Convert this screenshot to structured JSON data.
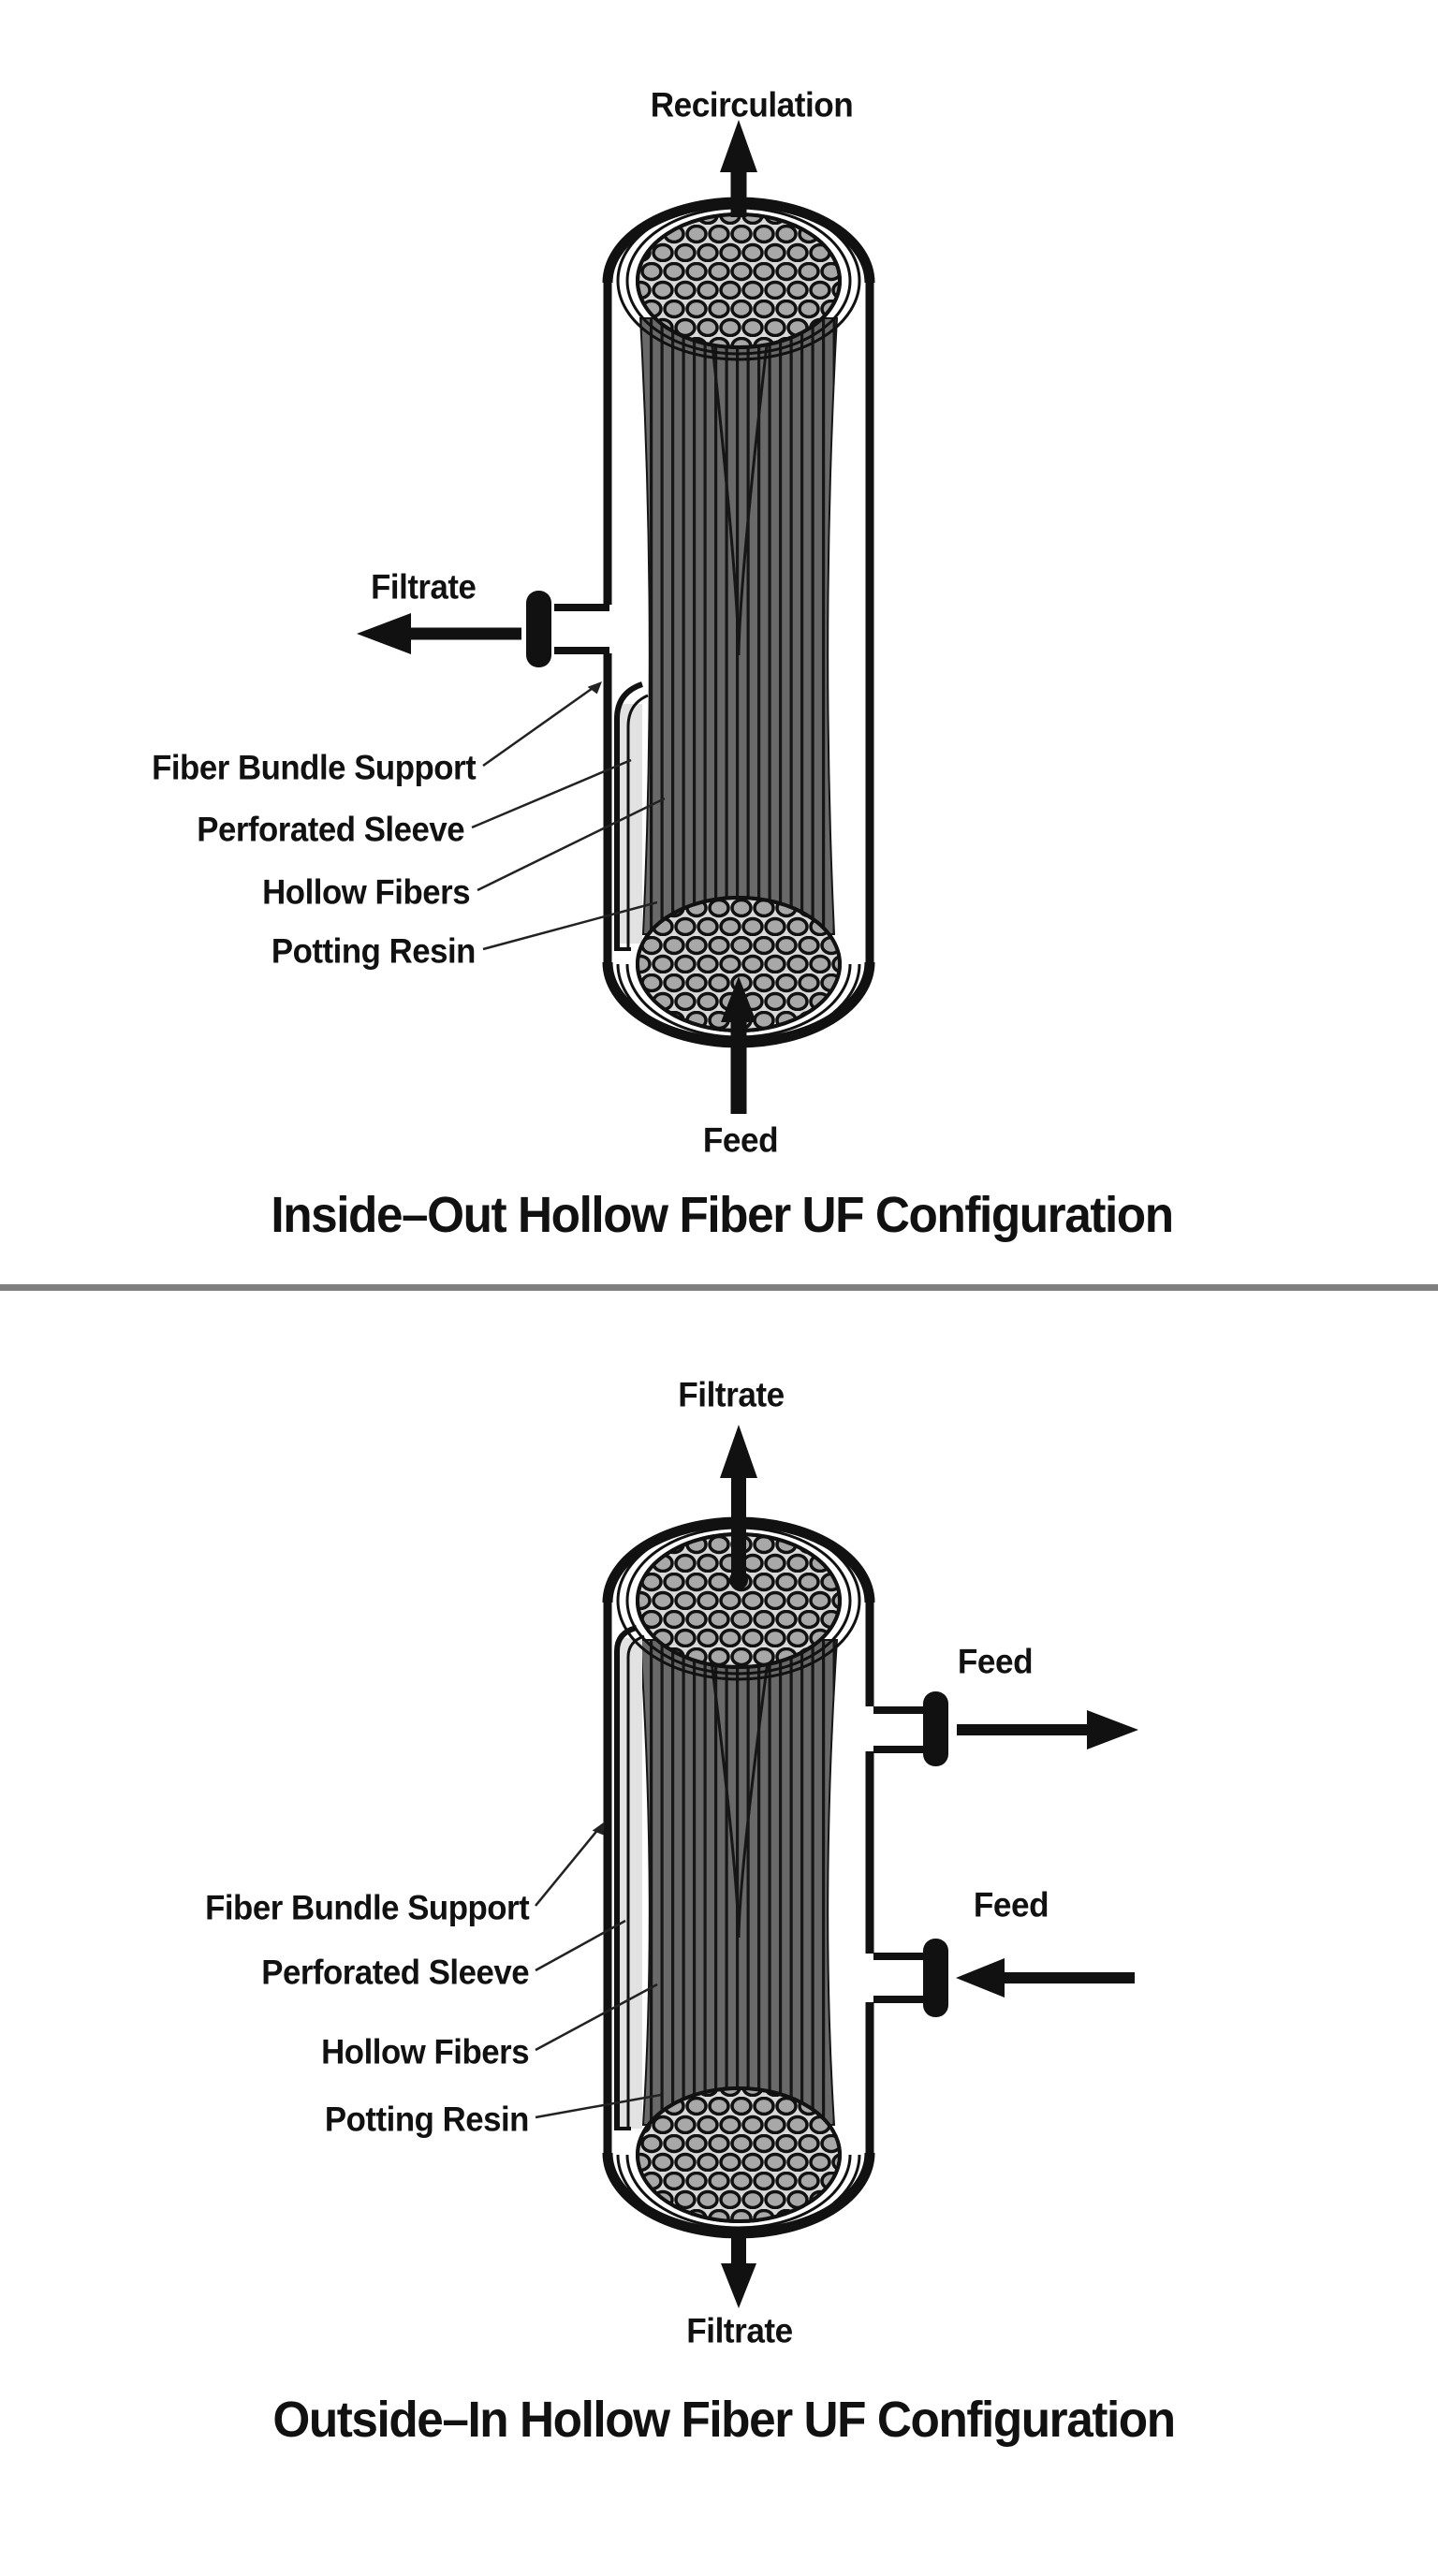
{
  "colors": {
    "ink": "#111111",
    "fiber_fill": "#696969",
    "fiber_line": "#161616",
    "face_fill": "#d9d9d9",
    "dot_fill": "#a8a8a8",
    "sleeve_fill": "#e2e2e2",
    "divider": "#7f7f7f",
    "leader": "#222222"
  },
  "diagram1": {
    "title": "Inside–Out Hollow Fiber UF Configuration",
    "flow_labels": {
      "top": "Recirculation",
      "left": "Filtrate",
      "bottom": "Feed"
    },
    "part_labels": [
      "Fiber Bundle Support",
      "Perforated Sleeve",
      "Hollow Fibers",
      "Potting Resin"
    ]
  },
  "diagram2": {
    "title": "Outside–In Hollow Fiber UF Configuration",
    "flow_labels": {
      "top": "Filtrate",
      "right_upper": "Feed",
      "right_lower": "Feed",
      "bottom": "Filtrate"
    },
    "part_labels": [
      "Fiber Bundle Support",
      "Perforated Sleeve",
      "Hollow Fibers",
      "Potting Resin"
    ]
  }
}
